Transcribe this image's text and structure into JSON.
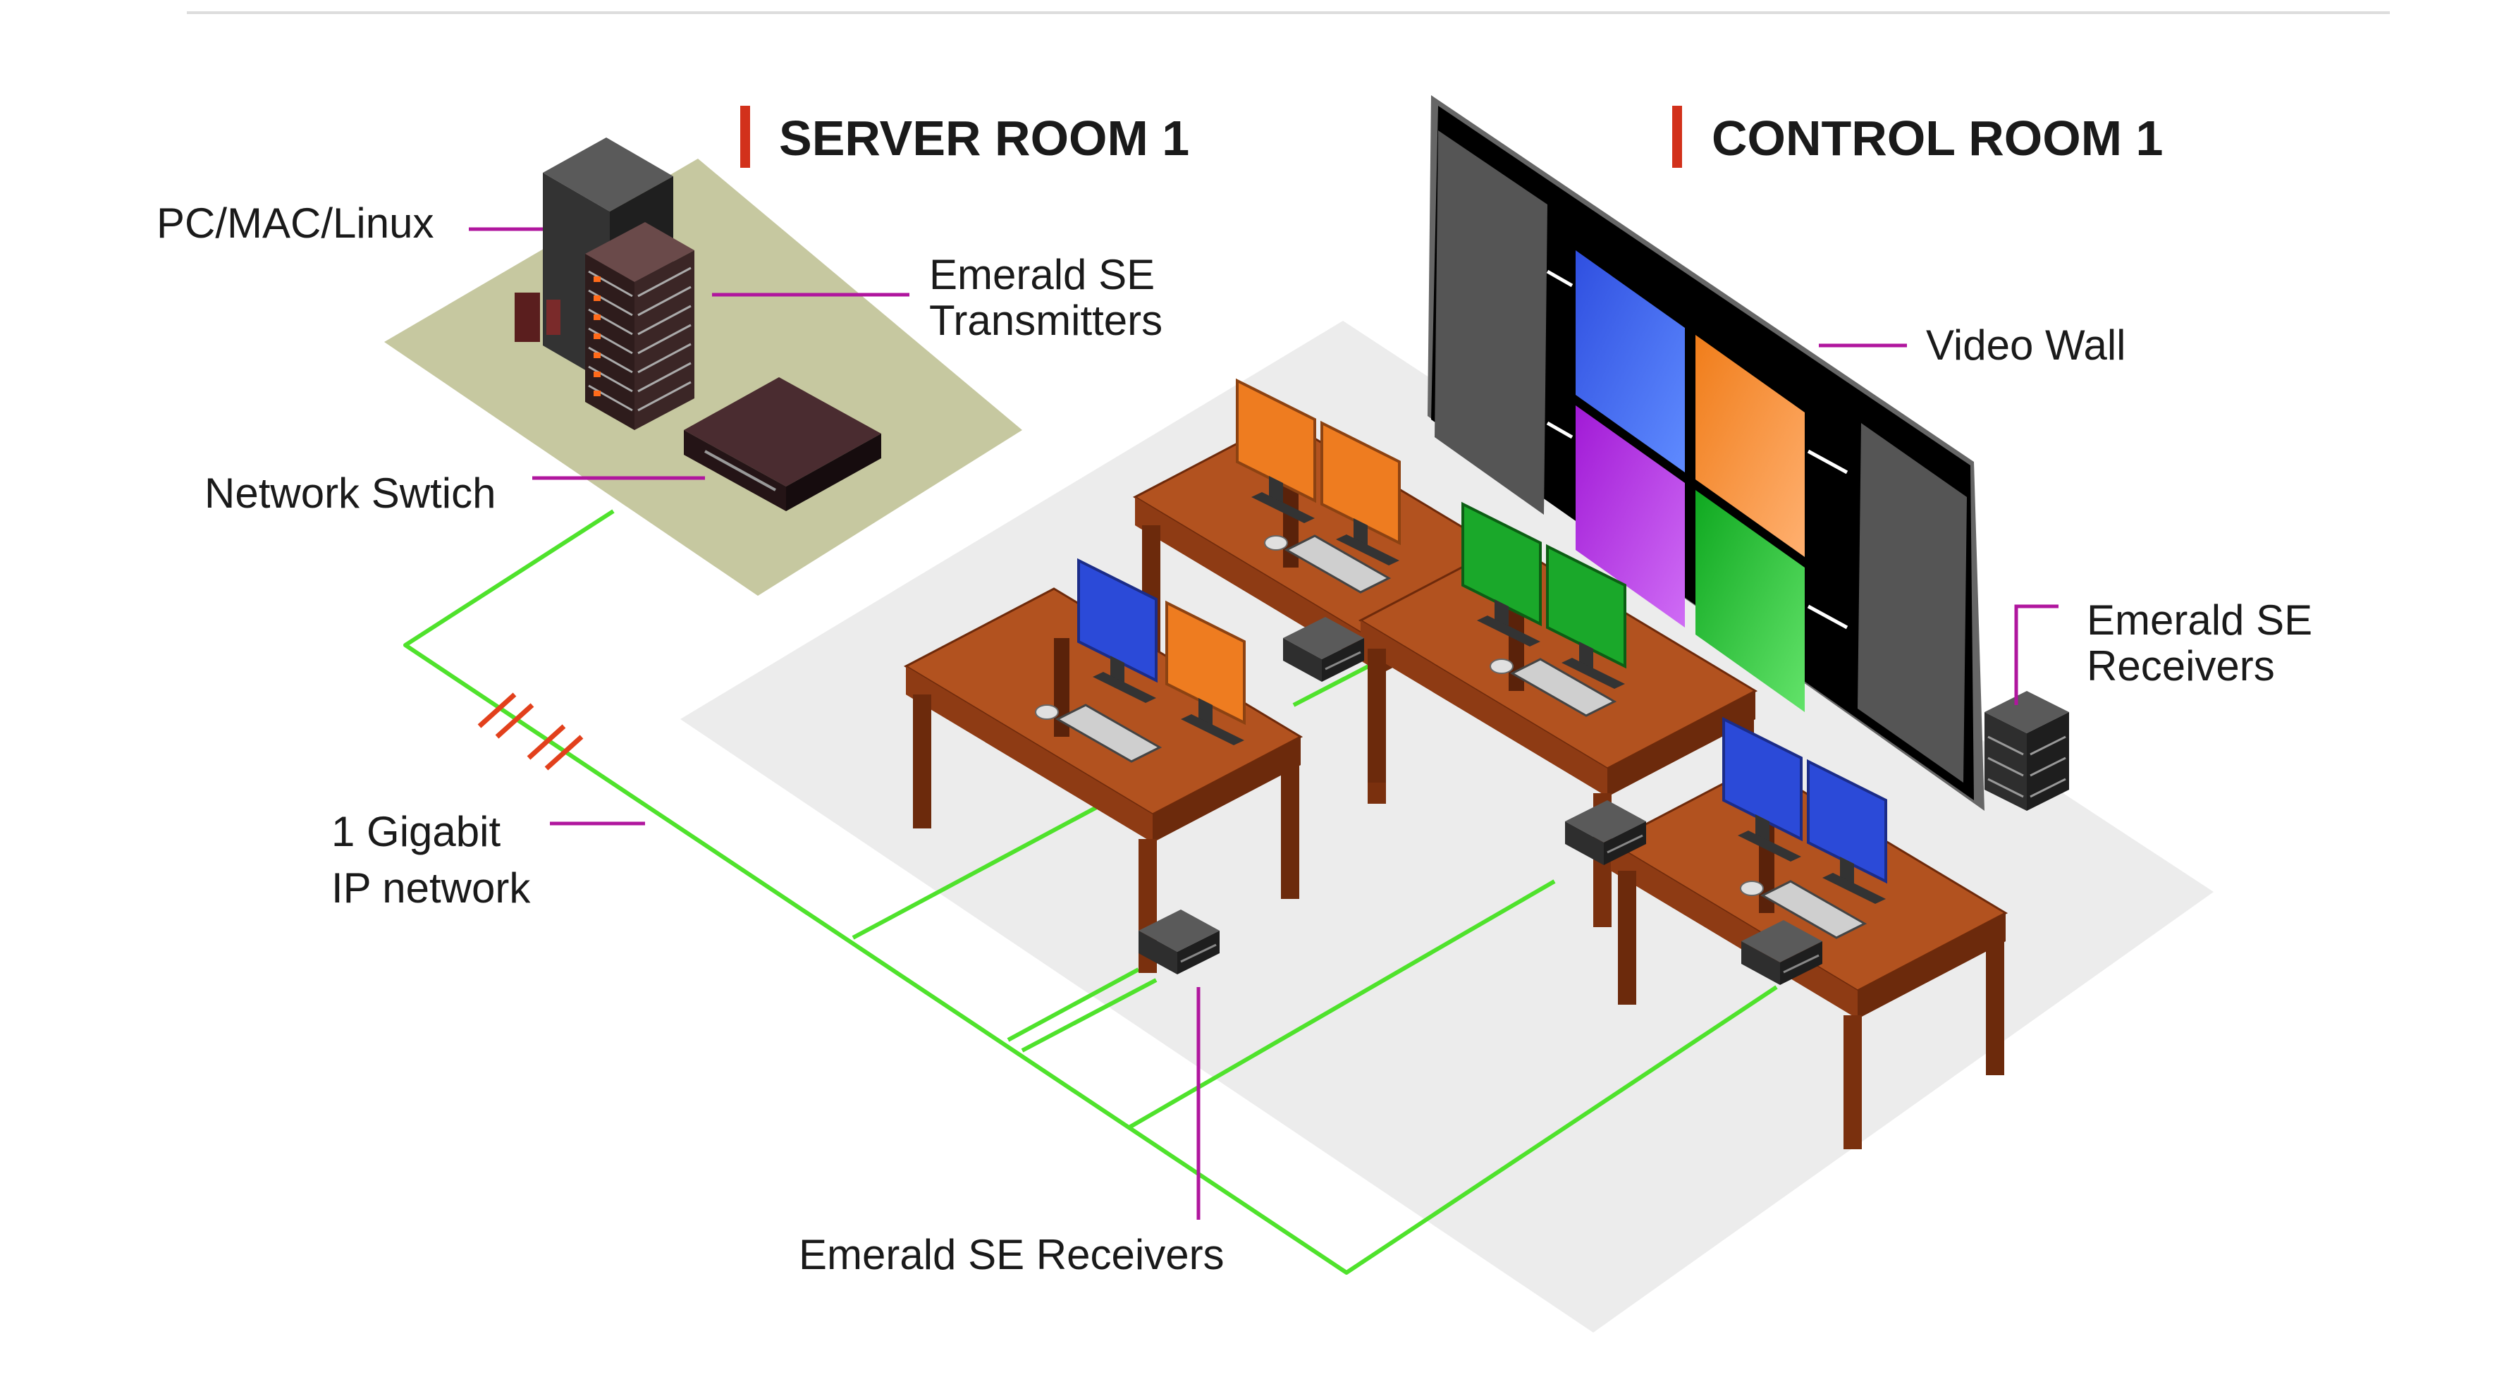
{
  "rooms": {
    "server": "SERVER ROOM 1",
    "control": "CONTROL ROOM 1"
  },
  "labels": {
    "pc": "PC/MAC/Linux",
    "transmitters_1": "Emerald SE",
    "transmitters_2": "Transmitters",
    "switch": "Network Swtich",
    "video_wall": "Video Wall",
    "wall_receivers_1": "Emerald SE",
    "wall_receivers_2": "Receivers",
    "network_1": "1 Gigabit",
    "network_2": "IP network",
    "desk_receivers": "Emerald SE Receivers"
  },
  "colors": {
    "accent_bar": "#d2311b",
    "leader": "#b0169e",
    "network": "#4fe22c",
    "desk": "#b2521f",
    "server_floor": "#c6c8a0",
    "room_floor": "#ececec"
  },
  "icons": [
    "server-tower-icon",
    "transmitter-stack-icon",
    "network-switch-icon",
    "video-wall-icon",
    "desk-workstation-icon",
    "receiver-box-icon"
  ]
}
